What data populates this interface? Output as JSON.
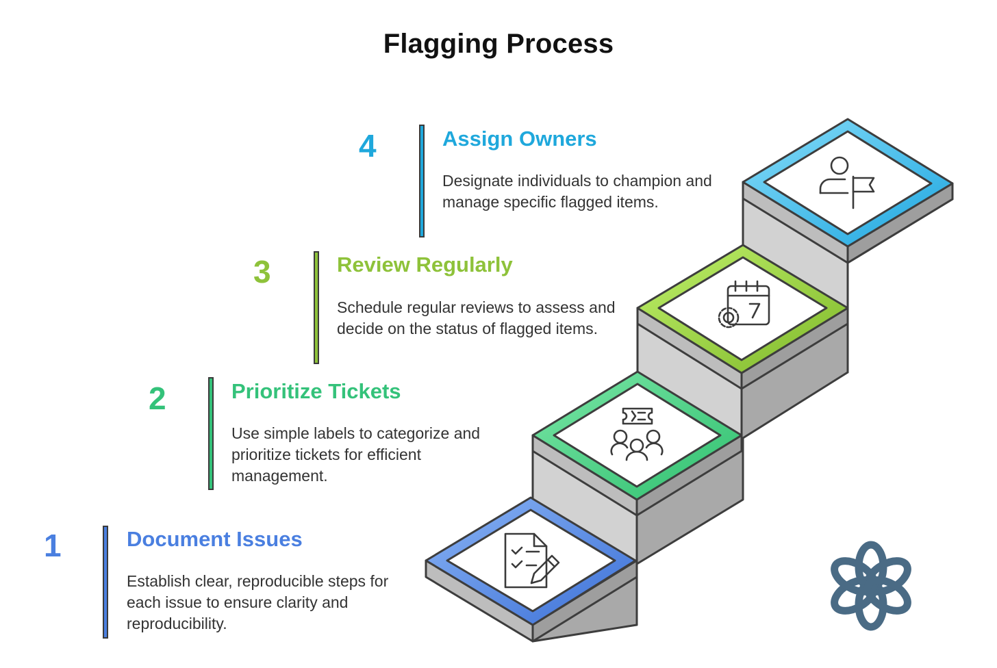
{
  "title": "Flagging Process",
  "steps": [
    {
      "number": "1",
      "heading": "Document Issues",
      "description": "Establish clear, reproducible steps for each issue to ensure clarity and reproducibility.",
      "color": "#4a7fe0",
      "icon": "document-checklist-pencil-icon"
    },
    {
      "number": "2",
      "heading": "Prioritize Tickets",
      "description": "Use simple labels to categorize and prioritize tickets for efficient management.",
      "color": "#34c27a",
      "icon": "ticket-group-icon"
    },
    {
      "number": "3",
      "heading": "Review Regularly",
      "description": "Schedule regular reviews to assess and decide on the status of flagged items.",
      "color": "#8ec23a",
      "icon": "calendar-gear-icon"
    },
    {
      "number": "4",
      "heading": "Assign Owners",
      "description": "Designate individuals to champion and manage specific flagged items.",
      "color": "#1fa8dc",
      "icon": "person-flag-icon"
    }
  ],
  "logo": {
    "icon": "flower-logo-icon",
    "color": "#4a6b85"
  }
}
